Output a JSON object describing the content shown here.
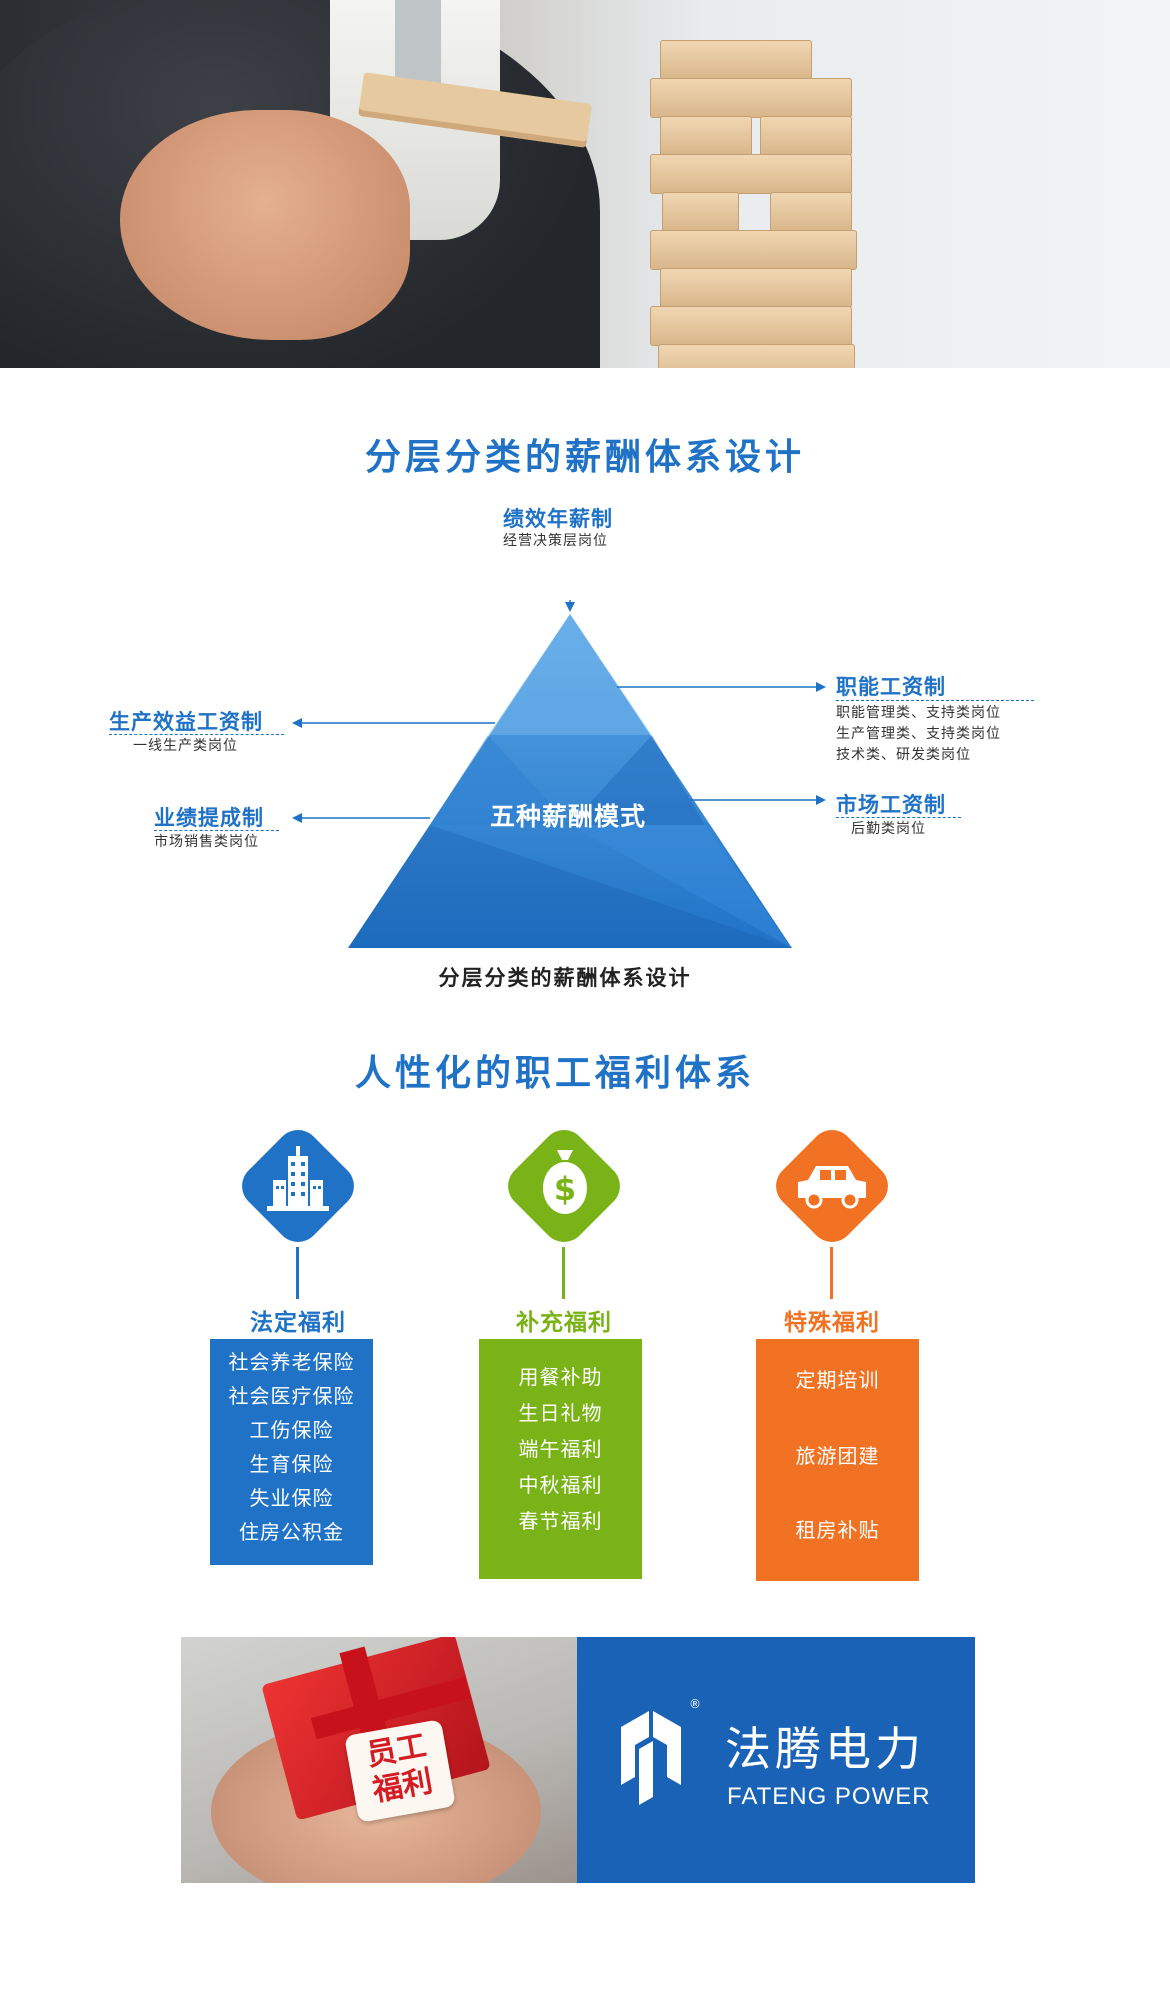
{
  "section1": {
    "title": "分层分类的薪酬体系设计",
    "top": {
      "label": "绩效年薪制",
      "sub": "经营决策层岗位"
    },
    "left1": {
      "label": "生产效益工资制",
      "sub": "一线生产类岗位"
    },
    "left2": {
      "label": "业绩提成制",
      "sub": "市场销售类岗位"
    },
    "right1": {
      "label": "职能工资制",
      "sub": [
        "职能管理类、支持类岗位",
        "生产管理类、支持类岗位",
        "技术类、研发类岗位"
      ]
    },
    "right2": {
      "label": "市场工资制",
      "sub": "后勤类岗位"
    },
    "center": "五种薪酬模式",
    "caption": "分层分类的薪酬体系设计"
  },
  "section2": {
    "title": "人性化的职工福利体系",
    "columns": [
      {
        "title": "法定福利",
        "icon": "building-icon",
        "color": "#1f72c6",
        "items": [
          "社会养老保险",
          "社会医疗保险",
          "工伤保险",
          "生育保险",
          "失业保险",
          "住房公积金"
        ]
      },
      {
        "title": "补充福利",
        "icon": "money-bag-icon",
        "color": "#7ab317",
        "items": [
          "用餐补助",
          "生日礼物",
          "端午福利",
          "中秋福利",
          "春节福利"
        ]
      },
      {
        "title": "特殊福利",
        "icon": "car-icon",
        "color": "#f07222",
        "items": [
          "定期培训",
          "旅游团建",
          "租房补贴"
        ]
      }
    ]
  },
  "banner": {
    "tag_line1": "员工",
    "tag_line2": "福利",
    "brand_cn": "法腾电力",
    "brand_en": "FATENG POWER",
    "registered": "®"
  },
  "colors": {
    "blue": "#1f72c6",
    "green": "#7ab317",
    "orange": "#f07222",
    "brand_blue": "#1a62b6"
  }
}
